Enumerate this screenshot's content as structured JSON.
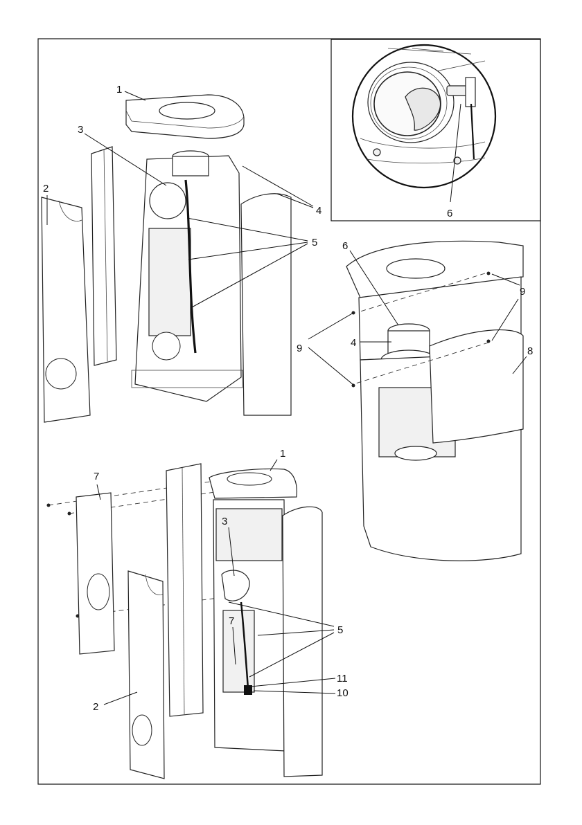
{
  "diagram": {
    "callouts": {
      "top_left": [
        {
          "id": "tl-1",
          "label": "1"
        },
        {
          "id": "tl-2",
          "label": "2"
        },
        {
          "id": "tl-3",
          "label": "3"
        },
        {
          "id": "tl-4",
          "label": "4"
        },
        {
          "id": "tl-5",
          "label": "5"
        }
      ],
      "inset": [
        {
          "id": "in-6",
          "label": "6"
        }
      ],
      "right": [
        {
          "id": "r-6",
          "label": "6"
        },
        {
          "id": "r-9a",
          "label": "9"
        },
        {
          "id": "r-9b",
          "label": "9"
        },
        {
          "id": "r-4",
          "label": "4"
        },
        {
          "id": "r-8",
          "label": "8"
        }
      ],
      "bottom": [
        {
          "id": "b-1",
          "label": "1"
        },
        {
          "id": "b-7a",
          "label": "7"
        },
        {
          "id": "b-3",
          "label": "3"
        },
        {
          "id": "b-5",
          "label": "5"
        },
        {
          "id": "b-7b",
          "label": "7"
        },
        {
          "id": "b-11",
          "label": "11"
        },
        {
          "id": "b-10",
          "label": "10"
        },
        {
          "id": "b-2",
          "label": "2"
        }
      ]
    }
  }
}
